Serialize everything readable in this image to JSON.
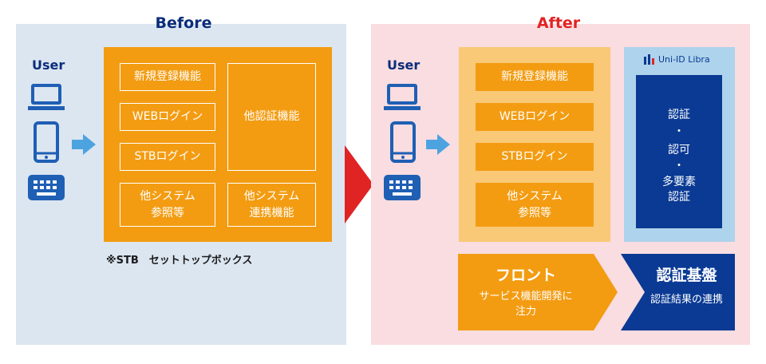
{
  "before": {
    "title": "Before",
    "user_label": "User",
    "functions": [
      "新規登録機能",
      "WEBログイン",
      "STBログイン",
      "他認証機能",
      "他システム\n参照等",
      "他システム\n連携機能"
    ],
    "footnote": "※STB　セットトップボックス"
  },
  "after": {
    "title": "After",
    "user_label": "User",
    "functions": [
      "新規登録機能",
      "WEBログイン",
      "STBログイン",
      "他システム\n参照等"
    ],
    "libra": {
      "logo_text": "Uni-ID Libra",
      "auth_lines": [
        "認証",
        "・",
        "認可",
        "・",
        "多要素\n認証"
      ]
    },
    "front": {
      "title": "フロント",
      "desc": "サービス機能開発に\n注力"
    },
    "auth_base": {
      "title": "認証基盤",
      "desc": "認証結果の連携"
    }
  },
  "colors": {
    "before_bg": "#dce6f1",
    "after_bg": "#f9dde1",
    "orange": "#f39c12",
    "light_orange": "#f9c977",
    "navy": "#0a3a94",
    "light_blue": "#aed3ec",
    "arrow_red": "#e02424",
    "arrow_blue": "#4da3e0",
    "before_title": "#0b2d7a",
    "after_title": "#e02424"
  },
  "icons": [
    "laptop-icon",
    "smartphone-icon",
    "keyboard-icon"
  ]
}
